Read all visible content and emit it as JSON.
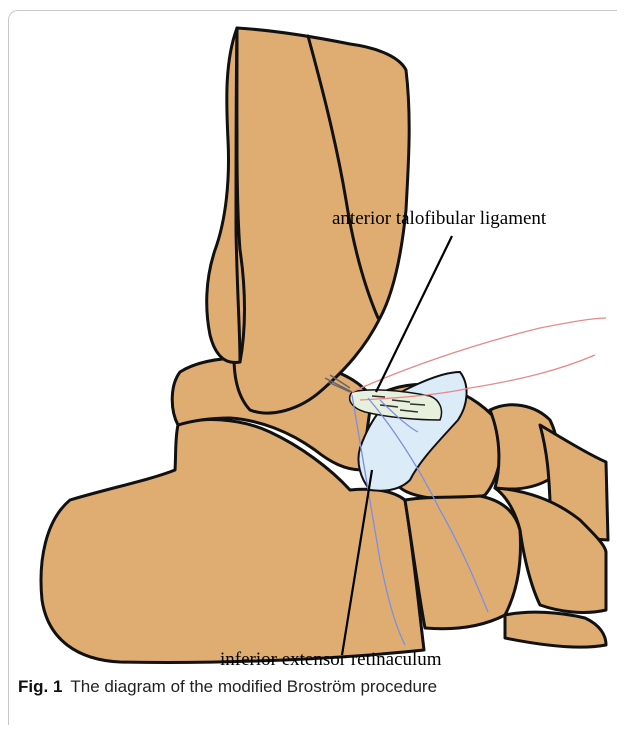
{
  "figure": {
    "labels": {
      "ligament": "anterior talofibular ligament",
      "retinaculum": "inferior extensor retinaculum"
    },
    "caption_number": "Fig. 1",
    "caption_text": "The diagram of the modified Broström procedure",
    "colors": {
      "bone": "#dfad72",
      "outline": "#111111",
      "retinaculum": "#dcebf8",
      "ligament": "#e6f0dc",
      "suture_red": "#e58a8a",
      "suture_blue": "#7c8fe0"
    }
  }
}
